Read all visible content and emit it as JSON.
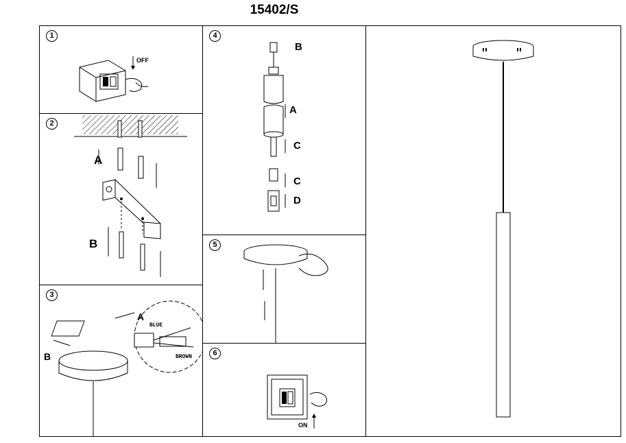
{
  "title": "15402/S",
  "steps": [
    "1",
    "2",
    "3",
    "4",
    "5",
    "6"
  ],
  "labels": {
    "off": "OFF",
    "on": "ON",
    "a": "A",
    "b": "B",
    "c": "C",
    "d": "D",
    "blue": "BLUE",
    "brown": "BROWN"
  }
}
